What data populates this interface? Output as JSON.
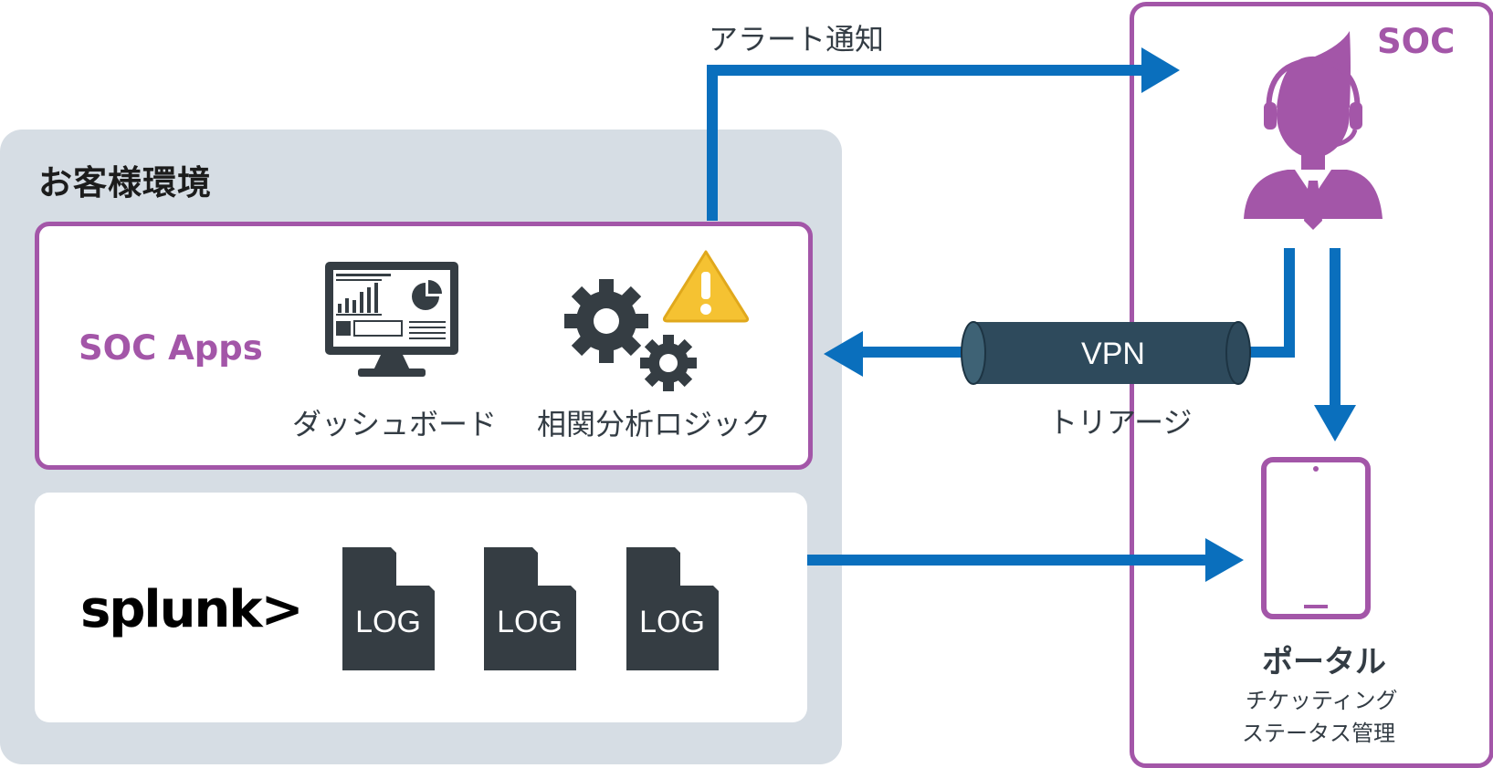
{
  "customer_env": {
    "title": "お客様環境"
  },
  "soc": {
    "title": "SOC"
  },
  "apps": {
    "title": "SOC Apps",
    "dashboard_label": "ダッシュボード",
    "logic_label": "相関分析ロジック"
  },
  "splunk": {
    "logo_text": "splunk>"
  },
  "logs": [
    {
      "label": "LOG"
    },
    {
      "label": "LOG"
    },
    {
      "label": "LOG"
    }
  ],
  "flows": {
    "alert_label": "アラート通知",
    "vpn_label": "VPN",
    "triage_label": "トリアージ"
  },
  "portal": {
    "title": "ポータル",
    "sub1": "チケッティング",
    "sub2": "ステータス管理"
  },
  "colors": {
    "purple": "#a356a8",
    "blue": "#0a6fbd",
    "dark": "#353d43",
    "env_bg": "#d6dde4",
    "warning": "#f5c232"
  }
}
